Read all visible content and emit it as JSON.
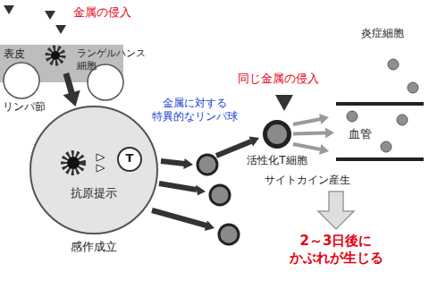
{
  "diagram": {
    "nodes": [
      {
        "text": [
          "表皮",
          "ランゲルハンス 細胞"
        ]
      },
      {
        "text": [
          "リンパ節",
          "抗原提示",
          "感作成立"
        ]
      },
      {
        "text": [
          "T"
        ],
        "in": 1
      },
      {
        "text": [
          "活性化T細胞"
        ]
      },
      {
        "text": [
          "血管"
        ]
      }
    ],
    "edges": [
      {
        "from": 0,
        "to": 1,
        "arrow": "to"
      },
      {
        "from": 3,
        "to": 4,
        "arrow": "to"
      }
    ],
    "labels": [
      "金属の侵入",
      "金属に対する 特異的なリンパ球",
      "同じ金属の侵入",
      "炎症細胞",
      "サイトカイン産生",
      "2～3日後に かぶれが生じる"
    ]
  }
}
